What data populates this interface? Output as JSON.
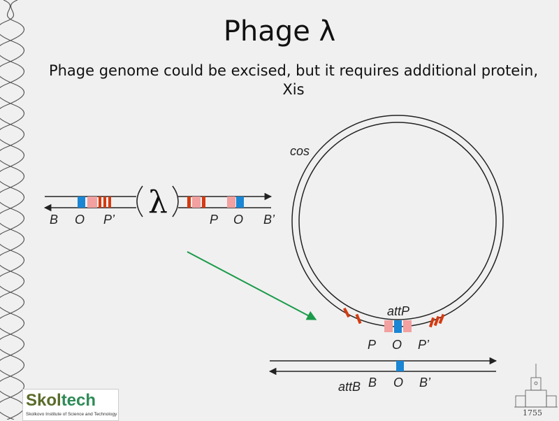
{
  "title": "Phage λ",
  "subtitle_line1": "Phage genome could be excised, but it requires additional protein,",
  "subtitle_line2": "Xis",
  "lambda_symbol": "λ",
  "linear_labels": [
    "B",
    "O",
    "P’",
    "P",
    "O",
    "B’"
  ],
  "circle_labels": {
    "cos": "cos",
    "attP": "attP",
    "P": "P",
    "O": "O",
    "P_prime": "P’"
  },
  "bottom_labels": {
    "attB": "attB",
    "B": "B",
    "O": "O",
    "B_prime": "B’"
  },
  "logo": {
    "name_part1": "Skol",
    "name_part2": "tech",
    "subtitle": "Skolkovo Institute of Science and Technology"
  },
  "year": "1755",
  "colors": {
    "core_blue": "#1a86d4",
    "arm_pink": "#f2a0a0",
    "arm_red": "#d63a10",
    "arrow_green": "#1a9a4a"
  }
}
